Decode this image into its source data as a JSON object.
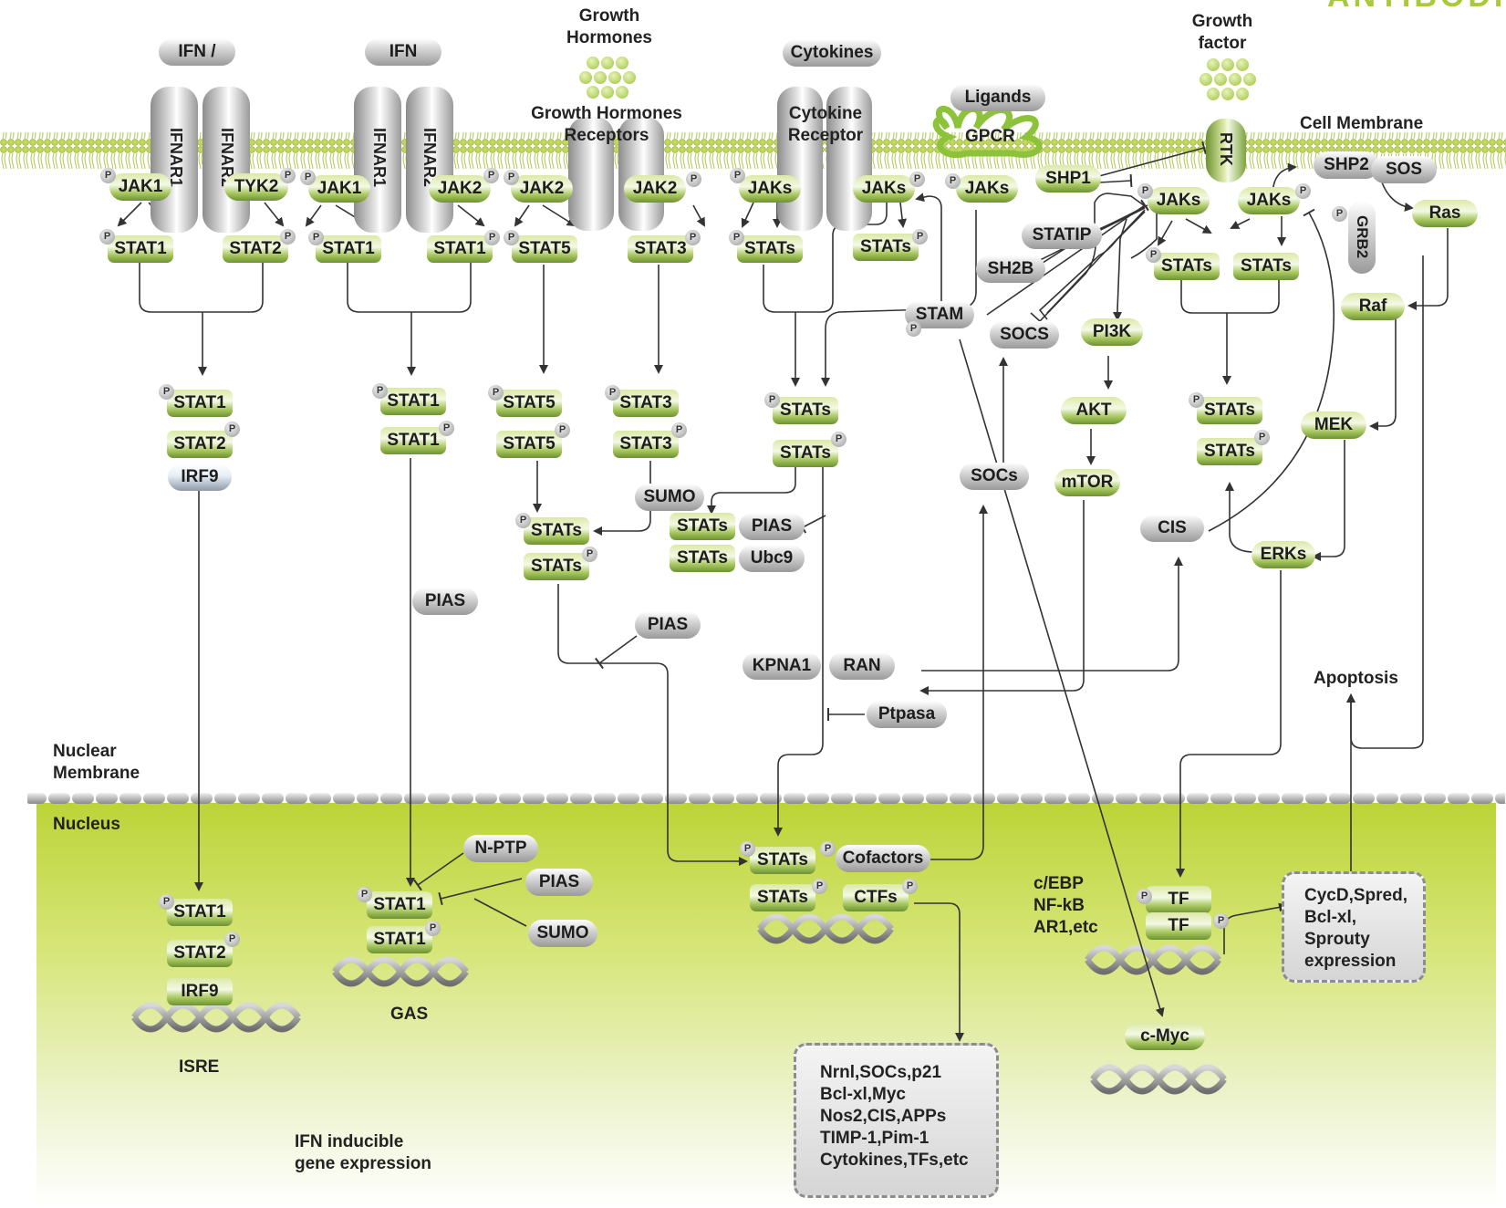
{
  "corner_text": "ANTIBODIES",
  "labels": {
    "growth_hormones": "Growth\nHormones",
    "growth_factor": "Growth\nfactor",
    "cell_membrane": "Cell Membrane",
    "nuclear_membrane": "Nuclear\nMembrane",
    "nucleus": "Nucleus",
    "isre": "ISRE",
    "gas": "GAS",
    "ifn_inducible": "IFN inducible\ngene expression",
    "apoptosis": "Apoptosis",
    "tf_factors": "c/EBP\nNF-kB\nAR1,etc",
    "growth_hormones_receptors": "Growth Hormones\nReceptors",
    "cytokine_receptor": "Cytokine\nReceptor",
    "gpcr": "GPCR"
  },
  "ligands": {
    "ifn1": "IFN /",
    "ifn2": "IFN",
    "cytokines": "Cytokines",
    "ligands": "Ligands"
  },
  "receptors": {
    "ifnar1_a": "IFNAR1",
    "ifnar2_a": "IFNAR2",
    "ifnar1_b": "IFNAR1",
    "ifnar2_b": "IFNAR2",
    "rtk": "RTK"
  },
  "nodes": {
    "jak1_a": "JAK1",
    "tyk2": "TYK2",
    "jak1_b": "JAK1",
    "jak2_a": "JAK2",
    "jak2_b": "JAK2",
    "jak2_c": "JAK2",
    "jaks_a": "JAKs",
    "jaks_b": "JAKs",
    "jaks_gpcr": "JAKs",
    "shp1": "SHP1",
    "jaks_rtk1": "JAKs",
    "jaks_rtk2": "JAKs",
    "shp2": "SHP2",
    "sos": "SOS",
    "ras": "Ras",
    "grb2": "GRB2",
    "stat1_a": "STAT1",
    "stat2_a": "STAT2",
    "stat1_b": "STAT1",
    "stat1_c": "STAT1",
    "stat5_a": "STAT5",
    "stat3_a": "STAT3",
    "stats_a": "STATs",
    "stats_b": "STATs",
    "statip": "STATIP",
    "sh2b": "SH2B",
    "stats_c": "STATs",
    "stats_d": "STATs",
    "stam": "STAM",
    "socs": "SOCS",
    "pi3k": "PI3K",
    "raf": "Raf",
    "stat1_d": "STAT1",
    "stat2_d": "STAT2",
    "irf9_d": "IRF9",
    "stat1_e": "STAT1",
    "stat1_f": "STAT1",
    "stat5_e": "STAT5",
    "stat5_f": "STAT5",
    "stat3_e": "STAT3",
    "stat3_f": "STAT3",
    "stats_e": "STATs",
    "stats_f": "STATs",
    "akt": "AKT",
    "stats_g": "STATs",
    "stats_h": "STATs",
    "mek": "MEK",
    "socs2": "SOCs",
    "mtor": "mTOR",
    "sumo_a": "SUMO",
    "stats_i": "STATs",
    "pias_a": "PIAS",
    "stats_j": "STATs",
    "ubc9": "Ubc9",
    "stats_k": "STATs",
    "stats_l": "STATs",
    "cis": "CIS",
    "erks": "ERKs",
    "pias_b": "PIAS",
    "pias_c": "PIAS",
    "kpna1": "KPNA1",
    "ran": "RAN",
    "ptpasa": "Ptpasa",
    "n_ptp": "N-PTP",
    "pias_d": "PIAS",
    "sumo_b": "SUMO",
    "stat1_g": "STAT1",
    "stat2_g": "STAT2",
    "irf9_g": "IRF9",
    "stat1_h": "STAT1",
    "stat1_i": "STAT1",
    "stats_n1": "STATs",
    "cofactors": "Cofactors",
    "stats_n2": "STATs",
    "ctfs": "CTFs",
    "tf_a": "TF",
    "tf_b": "TF",
    "cmyc": "c-Myc"
  },
  "gene_boxes": {
    "stat_targets": "Nrnl,SOCs,p21\nBcl-xl,Myc\nNos2,CIS,APPs\nTIMP-1,Pim-1\nCytokines,TFs,etc",
    "erk_targets": "CycD,Spred,\nBcl-xl,\nSprouty\nexpression"
  },
  "phospho_mark": "P",
  "colors": {
    "membrane": "#b7cf4a",
    "nucleus": "#bcd437",
    "line": "#333333"
  }
}
